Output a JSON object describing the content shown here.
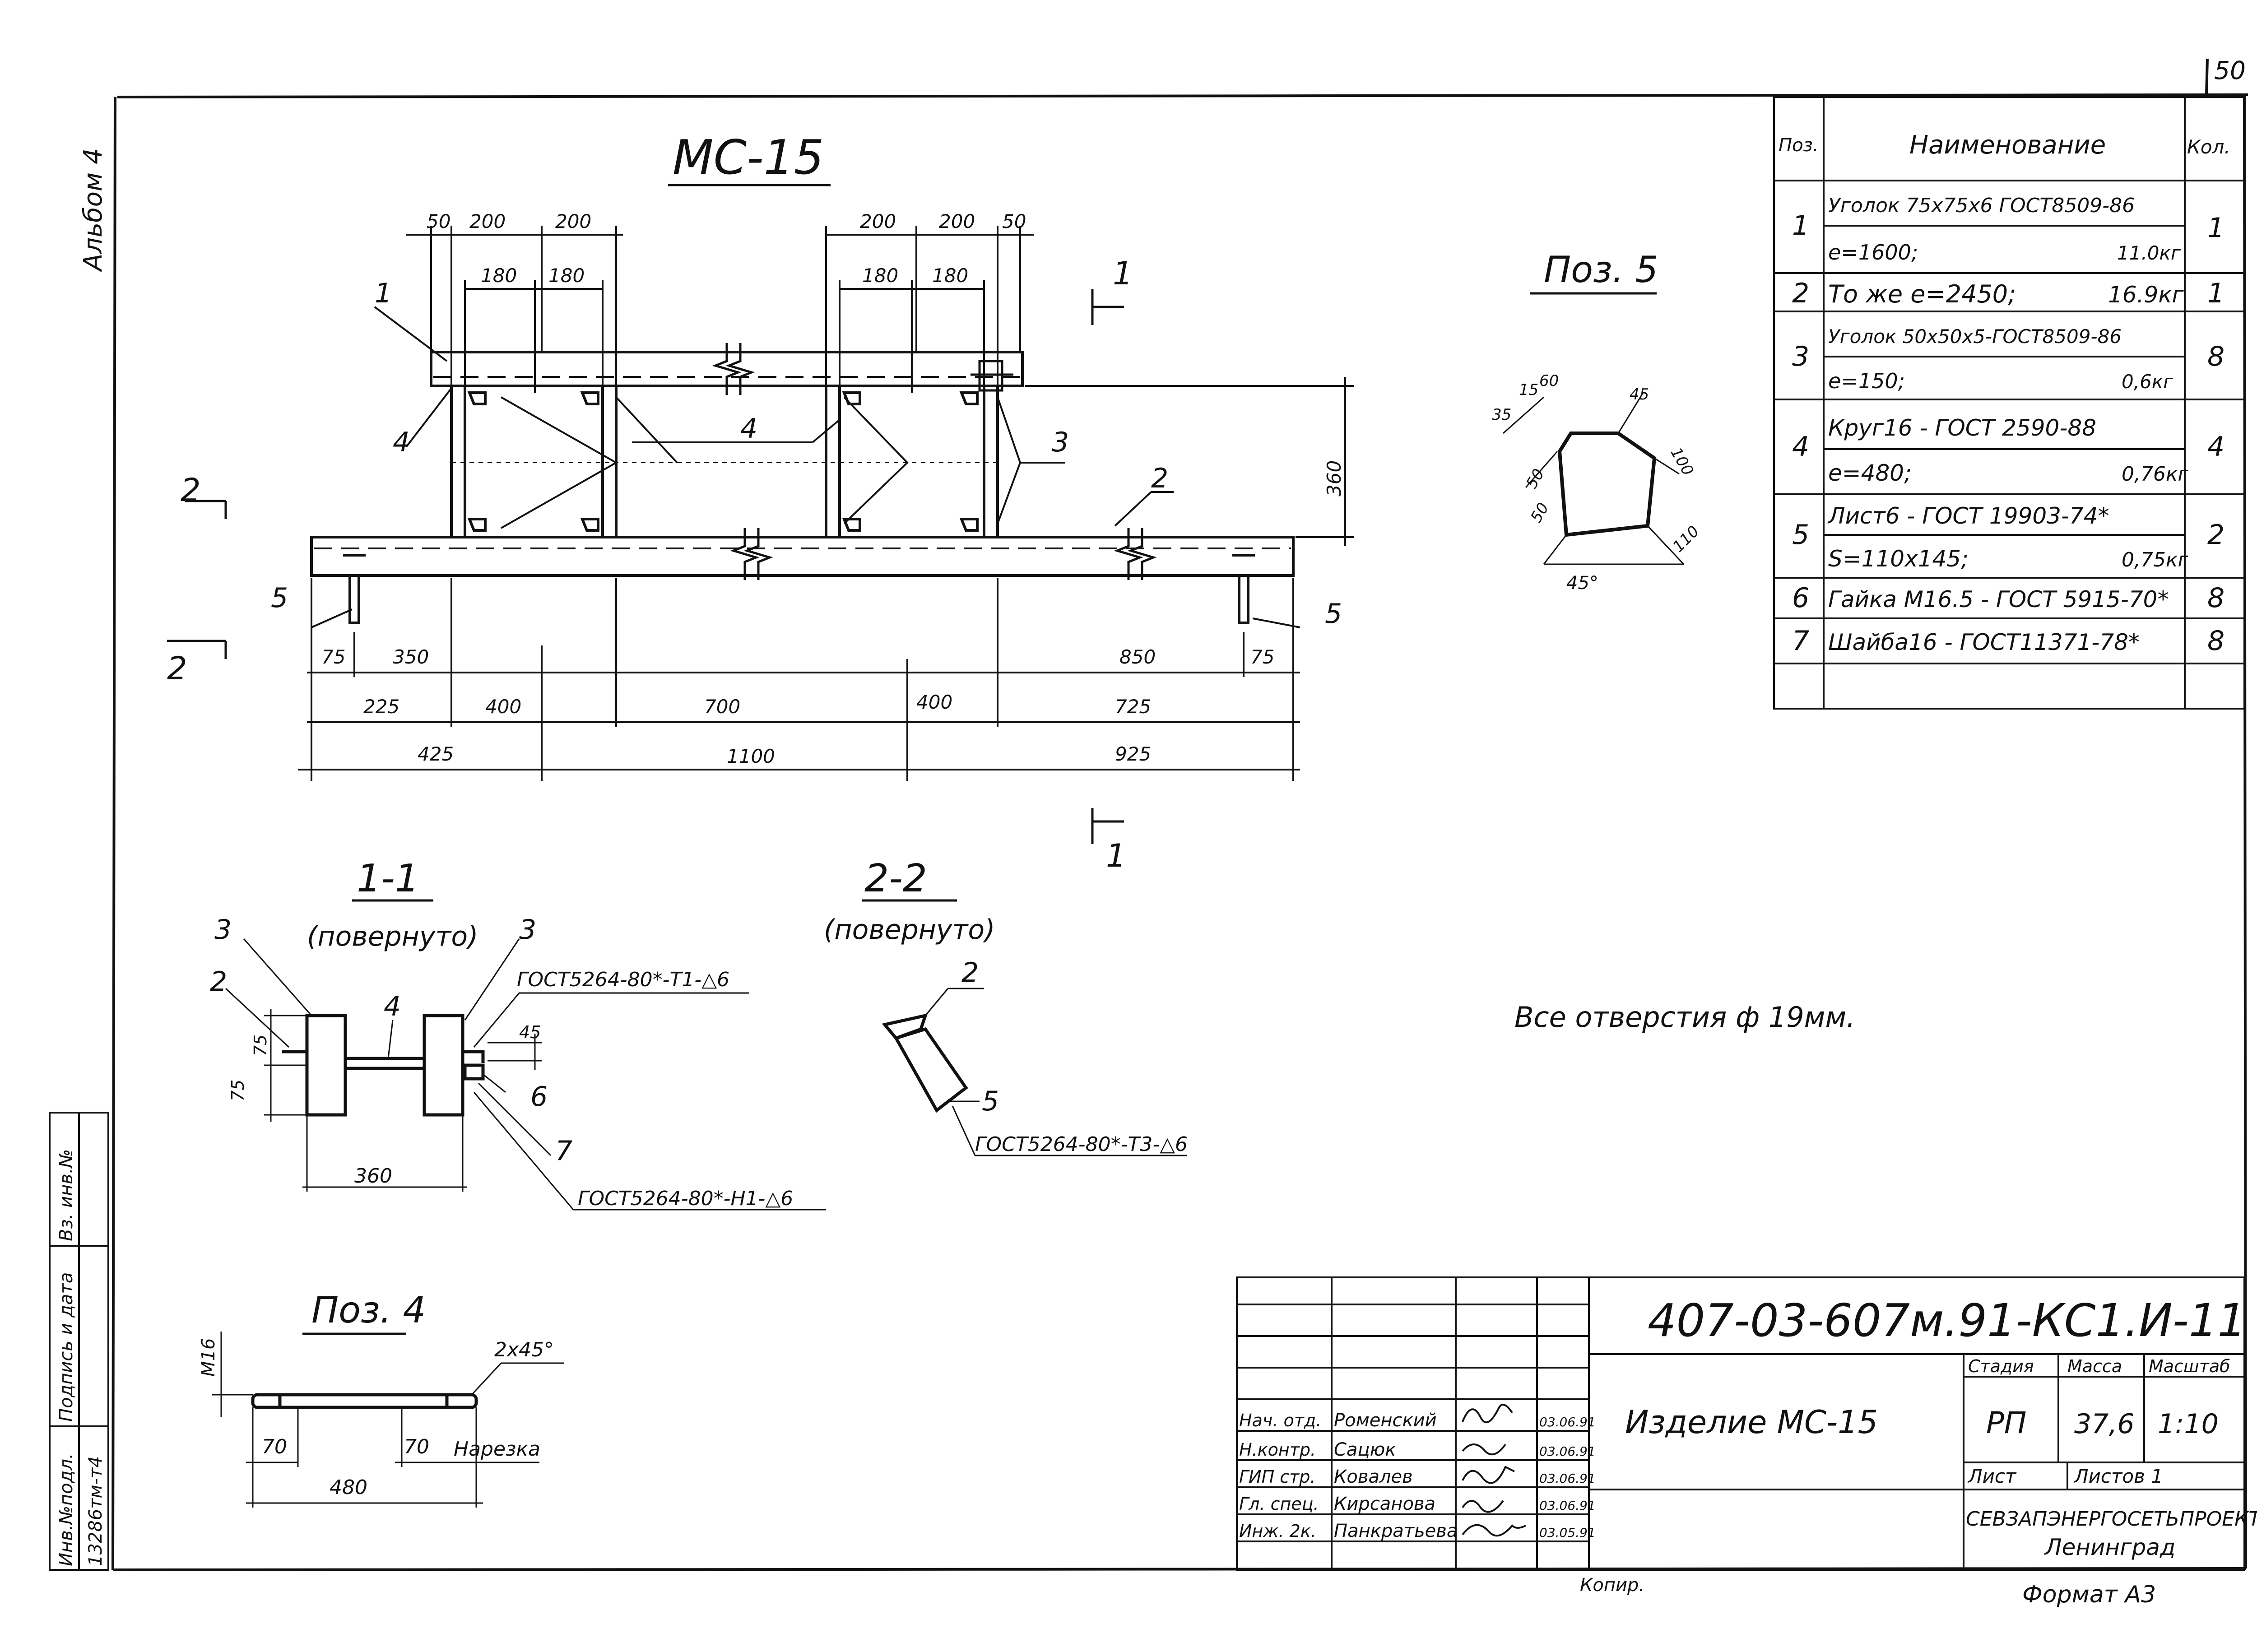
{
  "sheet": {
    "page_number": "50",
    "album_label": "Альбом 4",
    "format_label": "Формат А3",
    "copied_label": "Копир."
  },
  "main_view": {
    "title": "МС-15",
    "top_dims_left": [
      "50",
      "200",
      "200"
    ],
    "inner_dims_left": [
      "180",
      "180"
    ],
    "top_dims_right": [
      "200",
      "200",
      "50"
    ],
    "inner_dims_right": [
      "180",
      "180"
    ],
    "height_dim": "360",
    "bottom_row1": [
      "75",
      "350",
      "850",
      "75"
    ],
    "bottom_row2": [
      "225",
      "400",
      "700",
      "400",
      "725"
    ],
    "bottom_row3": [
      "425",
      "1100",
      "925"
    ],
    "callouts": [
      "1",
      "4",
      "4",
      "3",
      "2",
      "5",
      "5"
    ],
    "section_marks": [
      "1",
      "1",
      "2",
      "2"
    ]
  },
  "section_1_1": {
    "title": "1-1",
    "subtitle": "(повернуто)",
    "callouts": [
      "3",
      "3",
      "2",
      "4",
      "6",
      "7"
    ],
    "weld_top": "ГОСТ5264-80*-Т1-△6",
    "weld_bottom": "ГОСТ5264-80*-Н1-△6",
    "dims": [
      "75",
      "75",
      "45",
      "360"
    ]
  },
  "section_2_2": {
    "title": "2-2",
    "subtitle": "(повернуто)",
    "callouts": [
      "2",
      "5"
    ],
    "weld": "ГОСТ5264-80*-Т3-△6"
  },
  "pos5": {
    "title": "Поз. 5",
    "dims": [
      "35",
      "15",
      "60",
      "45",
      "100",
      "50",
      "50",
      "110",
      "45°"
    ]
  },
  "pos4": {
    "title": "Поз. 4",
    "dims": [
      "М16",
      "2х45°",
      "70",
      "70",
      "480"
    ],
    "thread_label": "Нарезка"
  },
  "note": "Все отверстия ф 19мм.",
  "spec_table": {
    "headers": [
      "Поз.",
      "Наименование",
      "Кол."
    ],
    "rows": [
      {
        "pos": "1",
        "line1": "Уголок 75х75х6 ГОСТ8509-86",
        "line2": "е=1600;",
        "mass": "11.0кг",
        "qty": "1"
      },
      {
        "pos": "2",
        "line1": "То же е=2450;",
        "line2": "",
        "mass": "16.9кг",
        "qty": "1"
      },
      {
        "pos": "3",
        "line1": "Уголок 50х50х5-ГОСТ8509-86",
        "line2": "е=150;",
        "mass": "0,6кг",
        "qty": "8"
      },
      {
        "pos": "4",
        "line1": "Круг16 - ГОСТ 2590-88",
        "line2": "е=480;",
        "mass": "0,76кг",
        "qty": "4"
      },
      {
        "pos": "5",
        "line1": "Лист6 - ГОСТ 19903-74*",
        "line2": "S=110х145;",
        "mass": "0,75кг",
        "qty": "2"
      },
      {
        "pos": "6",
        "line1": "Гайка М16.5 - ГОСТ 5915-70*",
        "line2": "",
        "mass": "",
        "qty": "8"
      },
      {
        "pos": "7",
        "line1": "Шайба16 - ГОСТ11371-78*",
        "line2": "",
        "mass": "",
        "qty": "8"
      }
    ]
  },
  "title_block": {
    "doc_code": "407-03-607м.91-КС1.И-11",
    "item_name": "Изделие МС-15",
    "stage_header": "Стадия",
    "mass_header": "Масса",
    "scale_header": "Масштаб",
    "stage": "РП",
    "mass": "37,6",
    "scale": "1:10",
    "sheet_label": "Лист",
    "sheets_label": "Листов 1",
    "org": "СЕВЗАПЭНЕРГОСЕТЬПРОЕКТ",
    "city": "Ленинград",
    "people": [
      {
        "role": "Нач. отд.",
        "name": "Роменский",
        "date": "03.06.91"
      },
      {
        "role": "Н.контр.",
        "name": "Сацюк",
        "date": "03.06.91"
      },
      {
        "role": "ГИП стр.",
        "name": "Ковалев",
        "date": "03.06.91"
      },
      {
        "role": "Гл. спец.",
        "name": "Кирсанова",
        "date": "03.06.91"
      },
      {
        "role": "Инж. 2к.",
        "name": "Панкратьева",
        "date": "03.05.91"
      }
    ]
  },
  "side_stamp": {
    "inv_orig": "Инв.№подл.",
    "sign_date": "Подпись и дата",
    "inv_dup": "Вз. инв.№",
    "inv_value": "13286тм-т4"
  }
}
